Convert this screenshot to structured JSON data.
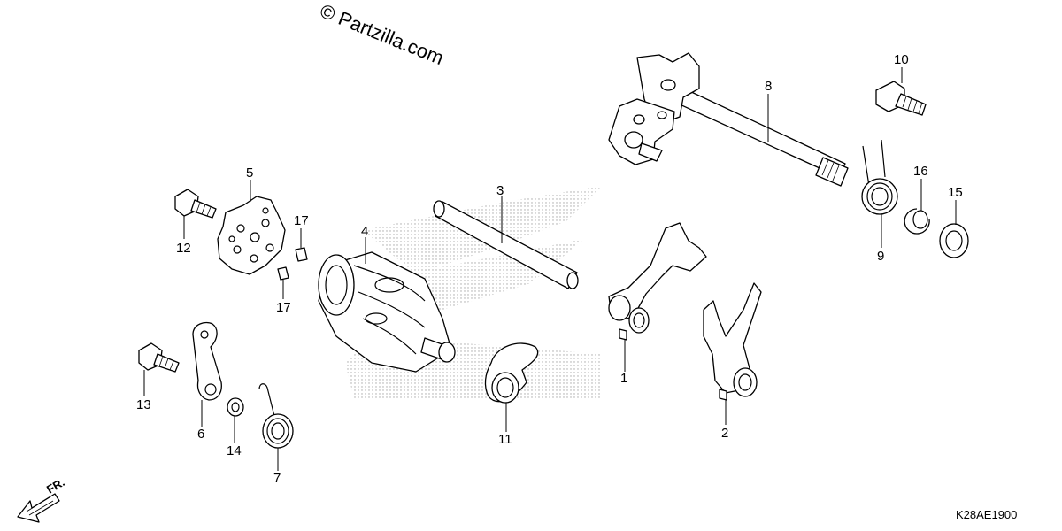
{
  "watermark": "© Partzilla.com",
  "diagram_code": "K28AE1900",
  "direction_label": "FR.",
  "callouts": [
    {
      "id": "c1",
      "label": "1"
    },
    {
      "id": "c2",
      "label": "2"
    },
    {
      "id": "c3",
      "label": "3"
    },
    {
      "id": "c4",
      "label": "4"
    },
    {
      "id": "c5",
      "label": "5"
    },
    {
      "id": "c6",
      "label": "6"
    },
    {
      "id": "c7",
      "label": "7"
    },
    {
      "id": "c8",
      "label": "8"
    },
    {
      "id": "c9",
      "label": "9"
    },
    {
      "id": "c10",
      "label": "10"
    },
    {
      "id": "c11",
      "label": "11"
    },
    {
      "id": "c12",
      "label": "12"
    },
    {
      "id": "c13",
      "label": "13"
    },
    {
      "id": "c14",
      "label": "14"
    },
    {
      "id": "c15",
      "label": "15"
    },
    {
      "id": "c16",
      "label": "16"
    },
    {
      "id": "c17a",
      "label": "17"
    },
    {
      "id": "c17b",
      "label": "17"
    }
  ]
}
